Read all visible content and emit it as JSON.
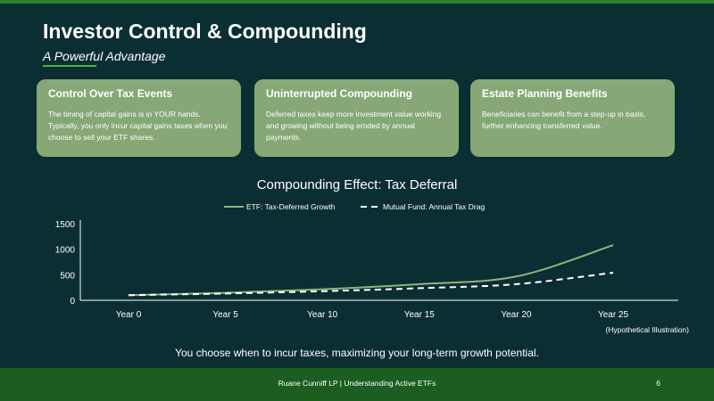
{
  "slide": {
    "title": "Investor Control & Compounding",
    "subtitle": "A Powerful Advantage"
  },
  "cards": [
    {
      "title": "Control Over Tax Events",
      "text": "The timing of capital gains is in YOUR hands. Typically, you only incur capital gains taxes when you choose to sell your ETF shares."
    },
    {
      "title": "Uninterrupted Compounding",
      "text": "Deferred taxes keep more investment value working and growing without being eroded by annual payments."
    },
    {
      "title": "Estate Planning Benefits",
      "text": "Beneficiaries can benefit from a step-up in basis, further enhancing transferred value."
    }
  ],
  "chart_data": {
    "type": "line",
    "title": "Compounding Effect: Tax Deferral",
    "x": [
      0,
      5,
      10,
      15,
      20,
      25
    ],
    "categories": [
      "Year 0",
      "Year 5",
      "Year 10",
      "Year 15",
      "Year 20",
      "Year 25"
    ],
    "series": [
      {
        "name": "ETF: Tax-Deferred Growth",
        "style": "solid",
        "color": "#8db47c",
        "values": [
          100,
          147,
          216,
          317,
          466,
          1080
        ]
      },
      {
        "name": "Mutual Fund: Annual Tax Drag",
        "style": "dashed",
        "color": "#ffffff",
        "values": [
          100,
          133,
          178,
          237,
          316,
          540
        ]
      }
    ],
    "xlabel": "",
    "ylabel": "",
    "ylim": [
      0,
      1500
    ],
    "yticks": [
      0,
      500,
      1000,
      1500
    ],
    "legend": "top-center",
    "grid": false
  },
  "note": "(Hypothetical Illustration)",
  "caption": "You choose when to incur taxes, maximizing your long-term growth potential.",
  "footer": {
    "text": "Ruane Cunniff LP  |  Understanding Active ETFs",
    "page": "6"
  },
  "colors": {
    "background": "#0b2e33",
    "card": "#86a877",
    "footer": "#1b5e20",
    "accent": "#4caf50"
  }
}
